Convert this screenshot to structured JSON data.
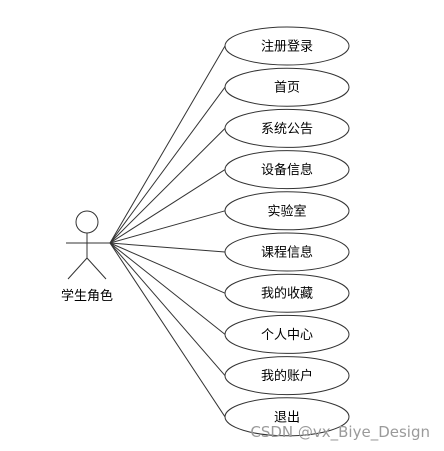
{
  "actor": {
    "label": "学生角色"
  },
  "use_cases": [
    {
      "label": "注册登录"
    },
    {
      "label": "首页"
    },
    {
      "label": "系统公告"
    },
    {
      "label": "设备信息"
    },
    {
      "label": "实验室"
    },
    {
      "label": "课程信息"
    },
    {
      "label": "我的收藏"
    },
    {
      "label": "个人中心"
    },
    {
      "label": "我的账户"
    },
    {
      "label": "退出"
    }
  ],
  "watermark": {
    "text": "CSDN @vx_Biye_Design"
  }
}
